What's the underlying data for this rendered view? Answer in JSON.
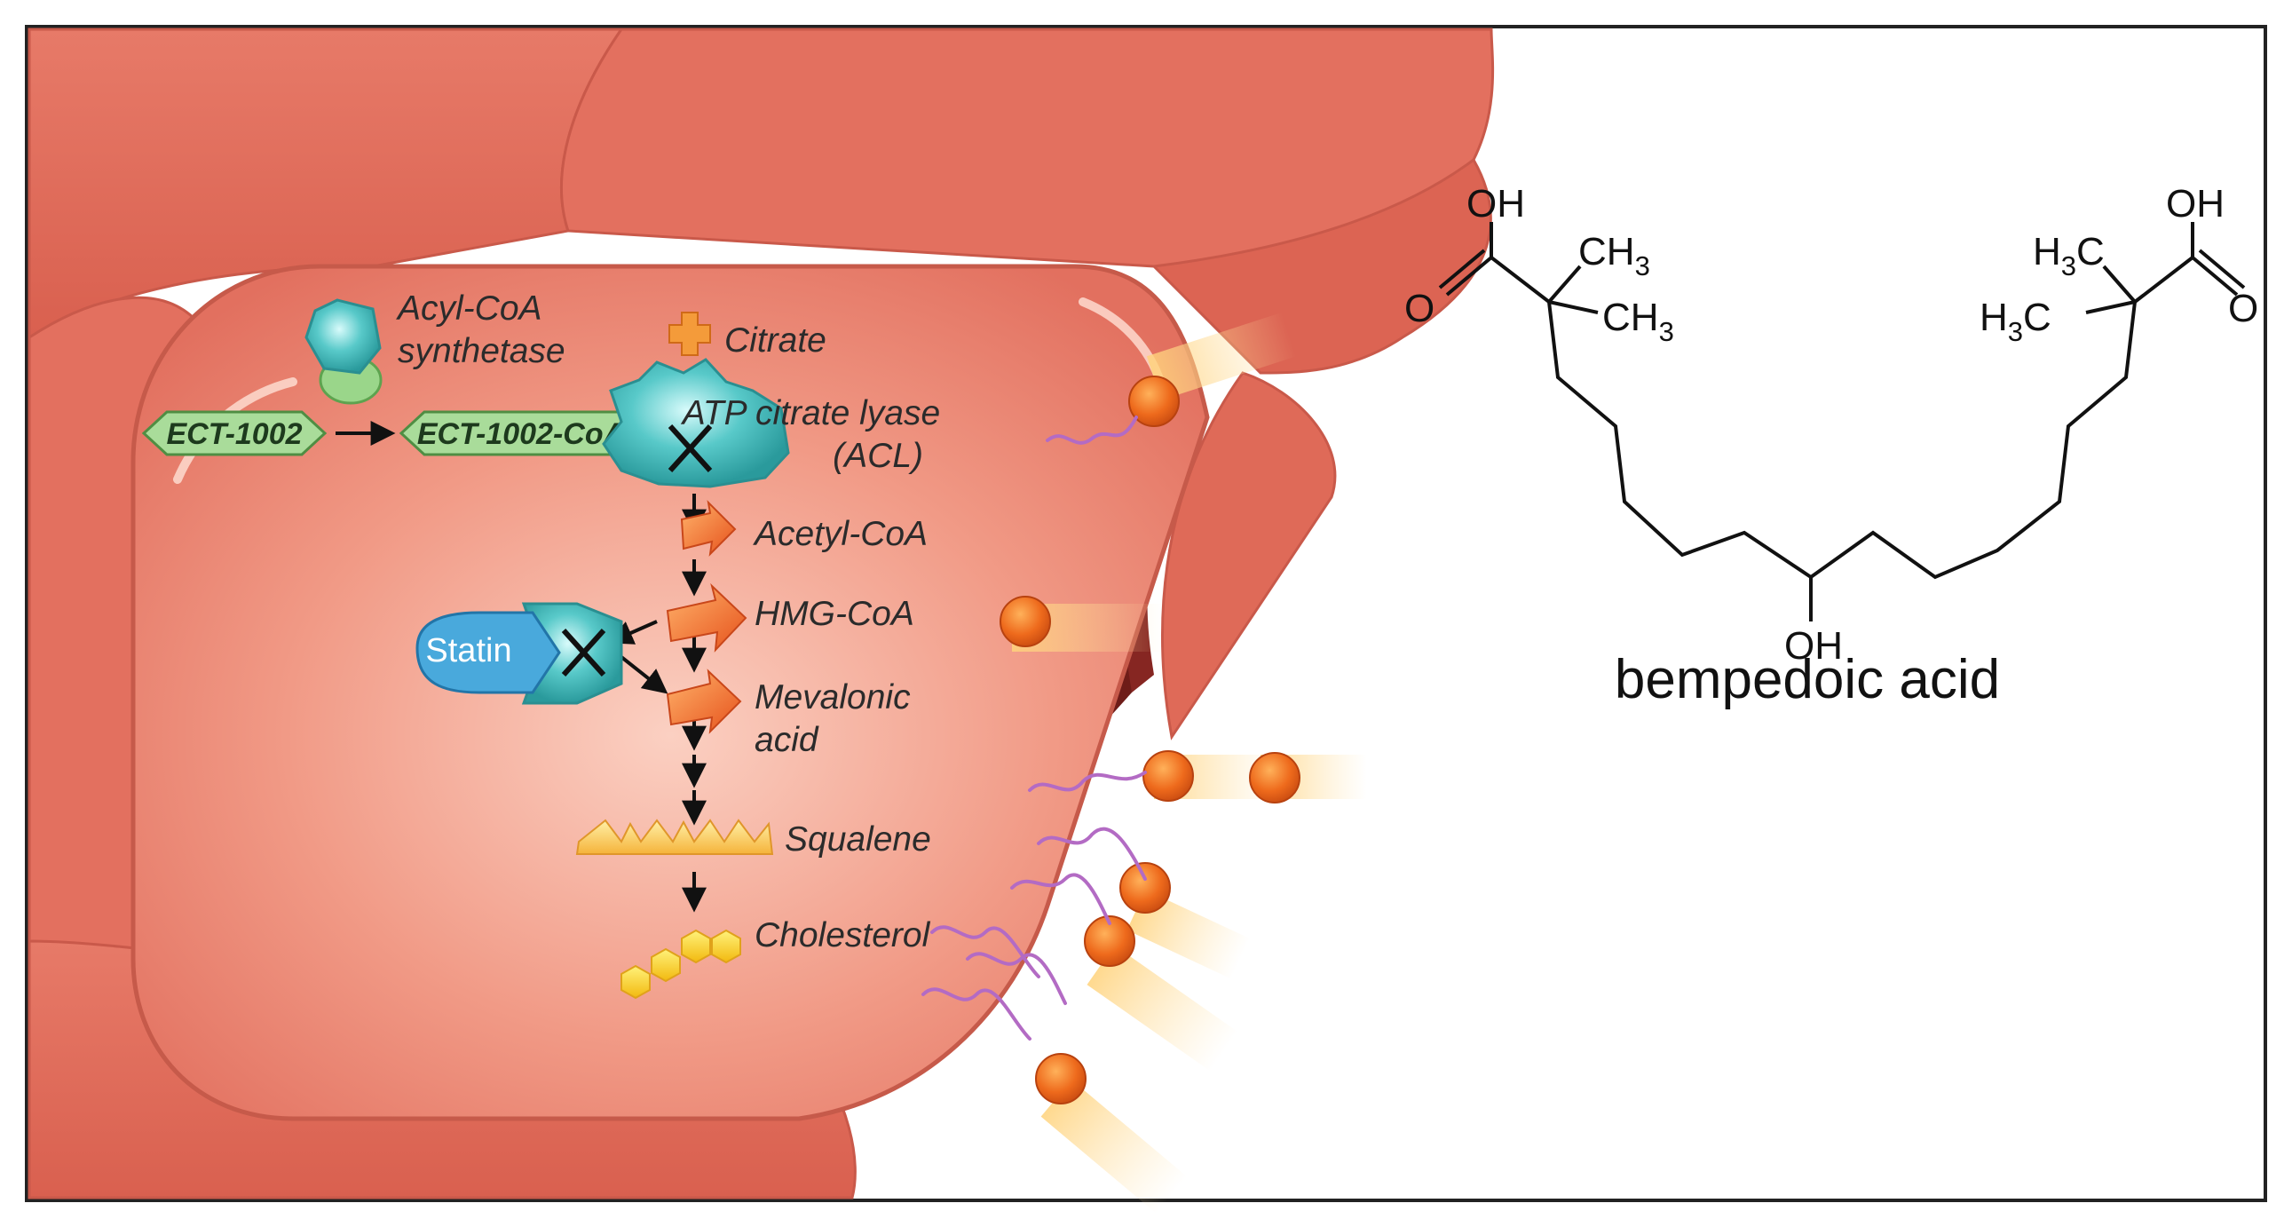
{
  "enzymes": {
    "acyl_coa_synthetase": [
      "Acyl-CoA",
      "synthetase"
    ],
    "acl": [
      "ATP citrate lyase",
      "(ACL)"
    ]
  },
  "molecules": {
    "ect1002": "ECT-1002",
    "ect1002_coa": "ECT-1002-CoA",
    "statin": "Statin"
  },
  "pathway": {
    "citrate": "Citrate",
    "acetyl_coa": "Acetyl-CoA",
    "hmg_coa": "HMG-CoA",
    "mevalonic_acid": [
      "Mevalonic",
      "acid"
    ],
    "squalene": "Squalene",
    "cholesterol": "Cholesterol"
  },
  "structure": {
    "name": "bempedoic acid",
    "oh_left": "OH",
    "o_left": "O",
    "ch3_a": "CH",
    "ch3_b": "CH",
    "h3c_a": "H",
    "h3c_b": "H",
    "c_letter": "C",
    "sub3": "3",
    "oh_right": "OH",
    "o_right": "O",
    "oh_center": "OH"
  },
  "colors": {
    "cell": "#e0705f",
    "cell_light": "#f6b7a4",
    "enzyme_teal": "#4ec3c3",
    "arrow_orange": "#ef6a2a",
    "ldl_orange": "#e85c1c",
    "lipoprotein_purple": "#b36bc4",
    "statin_blue": "#4aaee0"
  }
}
